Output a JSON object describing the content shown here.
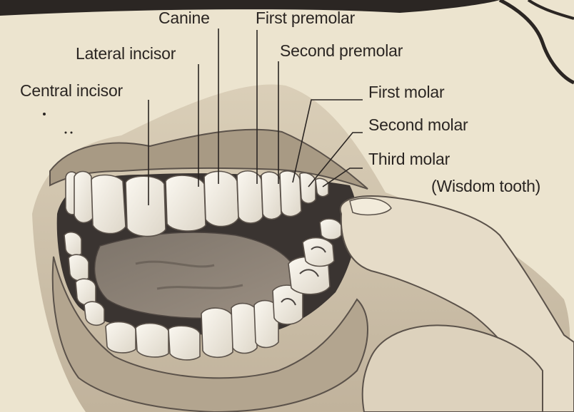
{
  "labels": {
    "canine": "Canine",
    "first_premolar": "First premolar",
    "lateral_incisor": "Lateral incisor",
    "second_premolar": "Second premolar",
    "central_incisor": "Central incisor",
    "first_molar": "First molar",
    "second_molar": "Second molar",
    "third_molar": "Third molar",
    "wisdom_tooth": "(Wisdom tooth)"
  }
}
